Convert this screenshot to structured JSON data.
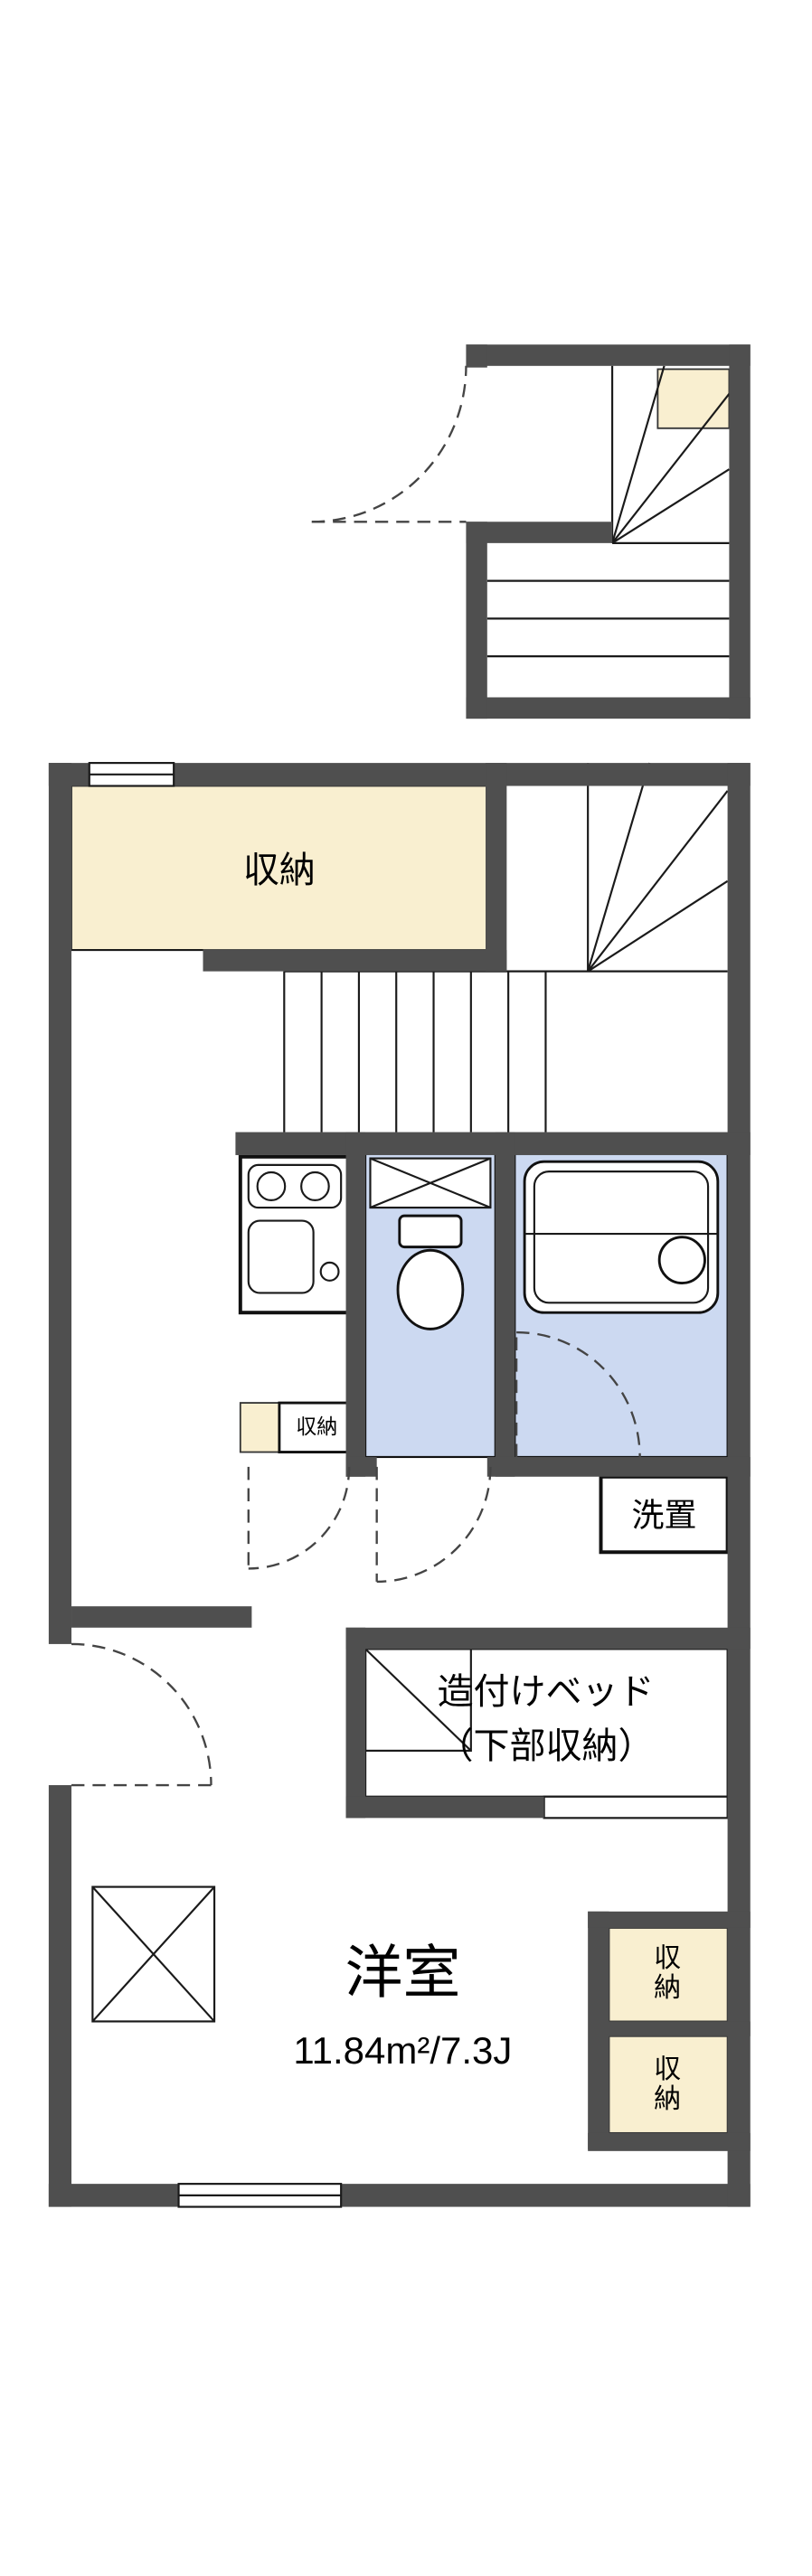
{
  "colors": {
    "wall": "#4f4f4f",
    "cream": "#f9efd0",
    "wet": "#ccd9f1",
    "line": "#111111",
    "background": "#ffffff"
  },
  "plan": {
    "labels": {
      "closet_top": "収納",
      "closet_small": "収納",
      "washer_space": "洗置",
      "bed_line1": "造付けベッド",
      "bed_line2": "（下部収納）",
      "room_name": "洋室",
      "room_area": "11.84m²/7.3J",
      "closet_right_top": "収納",
      "closet_right_bottom": "収納"
    }
  }
}
